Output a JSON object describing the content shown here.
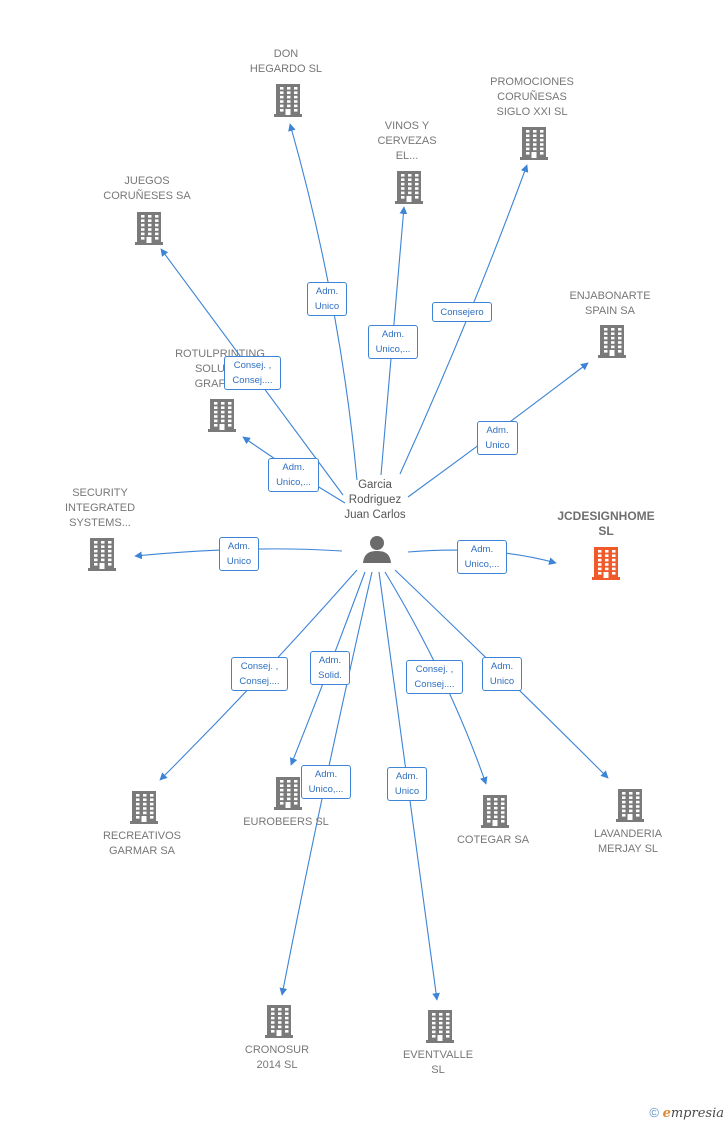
{
  "center": {
    "name": "Garcia\nRodriguez\nJuan Carlos",
    "icon": "person-icon"
  },
  "companies": [
    {
      "id": "don-hegardo",
      "name": "DON\nHEGARDO SL",
      "highlight": false
    },
    {
      "id": "promociones",
      "name": "PROMOCIONES\nCORUÑESAS\nSIGLO XXI SL",
      "highlight": false
    },
    {
      "id": "vinos",
      "name": "VINOS Y\nCERVEZAS\nEL...",
      "highlight": false
    },
    {
      "id": "juegos",
      "name": "JUEGOS\nCORUÑESES SA",
      "highlight": false
    },
    {
      "id": "enjabonarte",
      "name": "ENJABONARTE\nSPAIN SA",
      "highlight": false
    },
    {
      "id": "rotulprinting",
      "name": "ROTULPRINTING\nSOLUCI...\nGRAFIC...",
      "highlight": false
    },
    {
      "id": "security",
      "name": "SECURITY\nINTEGRATED\nSYSTEMS...",
      "highlight": false
    },
    {
      "id": "jcdesign",
      "name": "JCDESIGNHOME\nSL",
      "highlight": true
    },
    {
      "id": "recreativos",
      "name": "RECREATIVOS\nGARMAR SA",
      "highlight": false
    },
    {
      "id": "eurobeers",
      "name": "EUROBEERS  SL",
      "highlight": false
    },
    {
      "id": "cotegar",
      "name": "COTEGAR SA",
      "highlight": false
    },
    {
      "id": "lavanderia",
      "name": "LAVANDERIA\nMERJAY  SL",
      "highlight": false
    },
    {
      "id": "cronosur",
      "name": "CRONOSUR\n2014  SL",
      "highlight": false
    },
    {
      "id": "eventvalle",
      "name": "EVENTVALLE\nSL",
      "highlight": false
    }
  ],
  "relations": [
    {
      "to": "don-hegardo",
      "label": "Adm.\nUnico"
    },
    {
      "to": "vinos",
      "label": "Adm.\nUnico,..."
    },
    {
      "to": "promociones",
      "label": "Consejero"
    },
    {
      "to": "juegos",
      "label": "Consej. ,\nConsej...."
    },
    {
      "to": "rotulprinting",
      "label": "Adm.\nUnico,..."
    },
    {
      "to": "enjabonarte",
      "label": "Adm.\nUnico"
    },
    {
      "to": "security",
      "label": "Adm.\nUnico"
    },
    {
      "to": "jcdesign",
      "label": "Adm.\nUnico,..."
    },
    {
      "to": "recreativos",
      "label": "Consej. ,\nConsej...."
    },
    {
      "to": "eurobeers",
      "label": "Adm.\nSolid."
    },
    {
      "to": "cronosur",
      "label": "Adm.\nUnico,..."
    },
    {
      "to": "eventvalle",
      "label": "Adm.\nUnico"
    },
    {
      "to": "cotegar",
      "label": "Consej. ,\nConsej...."
    },
    {
      "to": "lavanderia",
      "label": "Adm.\nUnico"
    }
  ],
  "colors": {
    "edge": "#3d84d6",
    "building": "#7a7a7a",
    "highlight": "#f05a2a"
  },
  "footer": {
    "copyright": "©",
    "brand_initial": "e",
    "brand_rest": "mpresia"
  }
}
